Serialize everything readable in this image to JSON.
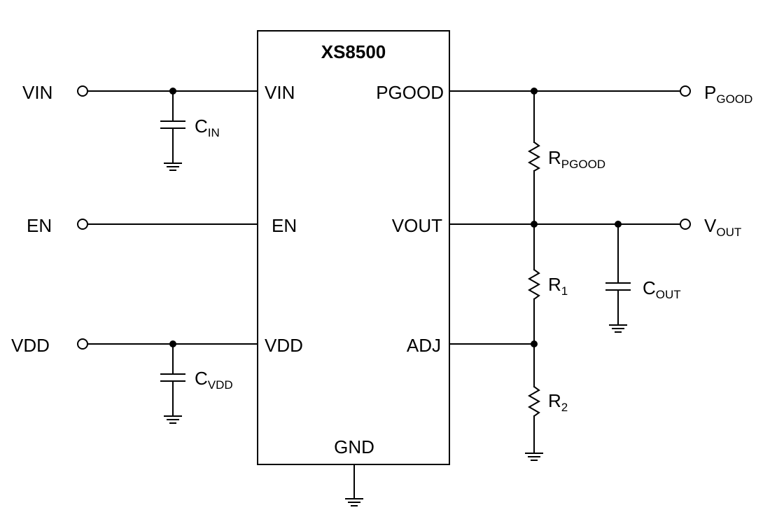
{
  "chip": {
    "name": "XS8500"
  },
  "pins": {
    "vin": "VIN",
    "en": "EN",
    "vdd": "VDD",
    "pgood": "PGOOD",
    "vout": "VOUT",
    "adj": "ADJ",
    "gnd": "GND"
  },
  "terminals": {
    "vin": "VIN",
    "en": "EN",
    "vdd": "VDD",
    "pgood": {
      "main": "P",
      "sub": "GOOD"
    },
    "vout": {
      "main": "V",
      "sub": "OUT"
    }
  },
  "components": {
    "cin": {
      "main": "C",
      "sub": "IN"
    },
    "cvdd": {
      "main": "C",
      "sub": "VDD"
    },
    "rpgood": {
      "main": "R",
      "sub": "PGOOD"
    },
    "r1": {
      "main": "R",
      "sub": "1"
    },
    "r2": {
      "main": "R",
      "sub": "2"
    },
    "cout": {
      "main": "C",
      "sub": "OUT"
    }
  }
}
